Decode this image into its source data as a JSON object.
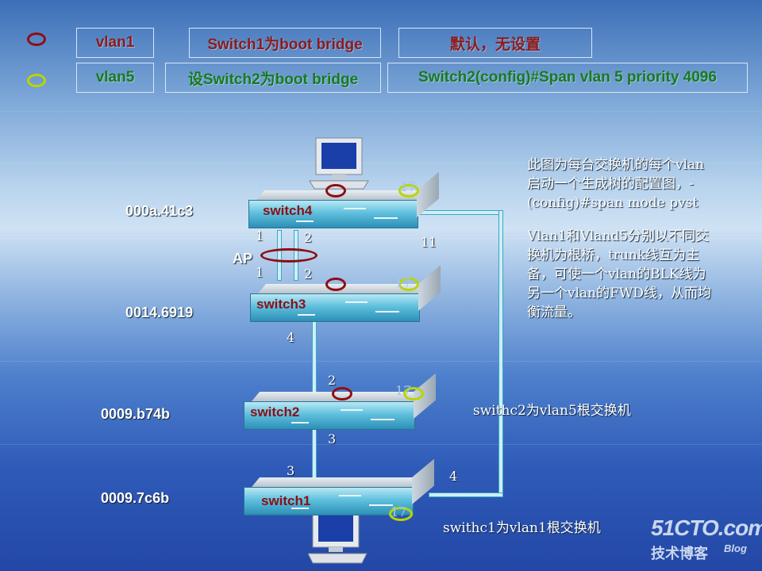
{
  "legend": [
    {
      "color_key": "red",
      "vlan": "vlan1",
      "root": "Switch1为boot bridge",
      "config": "默认，无设置"
    },
    {
      "color_key": "green",
      "vlan": "vlan5",
      "root": "设Switch2为boot bridge",
      "config": "Switch2(config)#Span vlan 5 priority 4096"
    }
  ],
  "colors": {
    "red": "#8c0f14",
    "green": "#b7d600",
    "cable": "#cfeef7"
  },
  "switches": [
    {
      "name": "switch4",
      "mac": "000a.41c3",
      "port_label": "17"
    },
    {
      "name": "switch3",
      "mac": "0014.6919",
      "port_label": "17"
    },
    {
      "name": "switch2",
      "mac": "0009.b74b",
      "port_label": "17"
    },
    {
      "name": "switch1",
      "mac": "0009.7c6b",
      "port_label": "17"
    }
  ],
  "ports": {
    "s4_left": "1",
    "s4_right": "2",
    "s3_left": "1",
    "s3_right": "2",
    "s4_trunk": "11",
    "s3_down": "4",
    "s2_up": "2",
    "s2_down": "3",
    "s1_up": "3",
    "s1_trunk": "4"
  },
  "ap_label": "AP",
  "notes": {
    "para1": [
      "此图为每台交换机的每个vlan",
      "启动一个生成树的配置图，-",
      "(config)#span mode pvst"
    ],
    "para2": [
      "Vlan1和Vland5分别以不同交",
      "换机为根桥，trunk线互为主",
      "备，可使一个vlan的BLK线为",
      "另一个vlan的FWD线，从而均",
      "衡流量。"
    ],
    "sw2_root": "swithc2为vlan5根交换机",
    "sw1_root": "swithc1为vlan1根交换机"
  },
  "watermark": {
    "site": "51CTO.com",
    "label": "技术博客",
    "blog": "Blog"
  }
}
